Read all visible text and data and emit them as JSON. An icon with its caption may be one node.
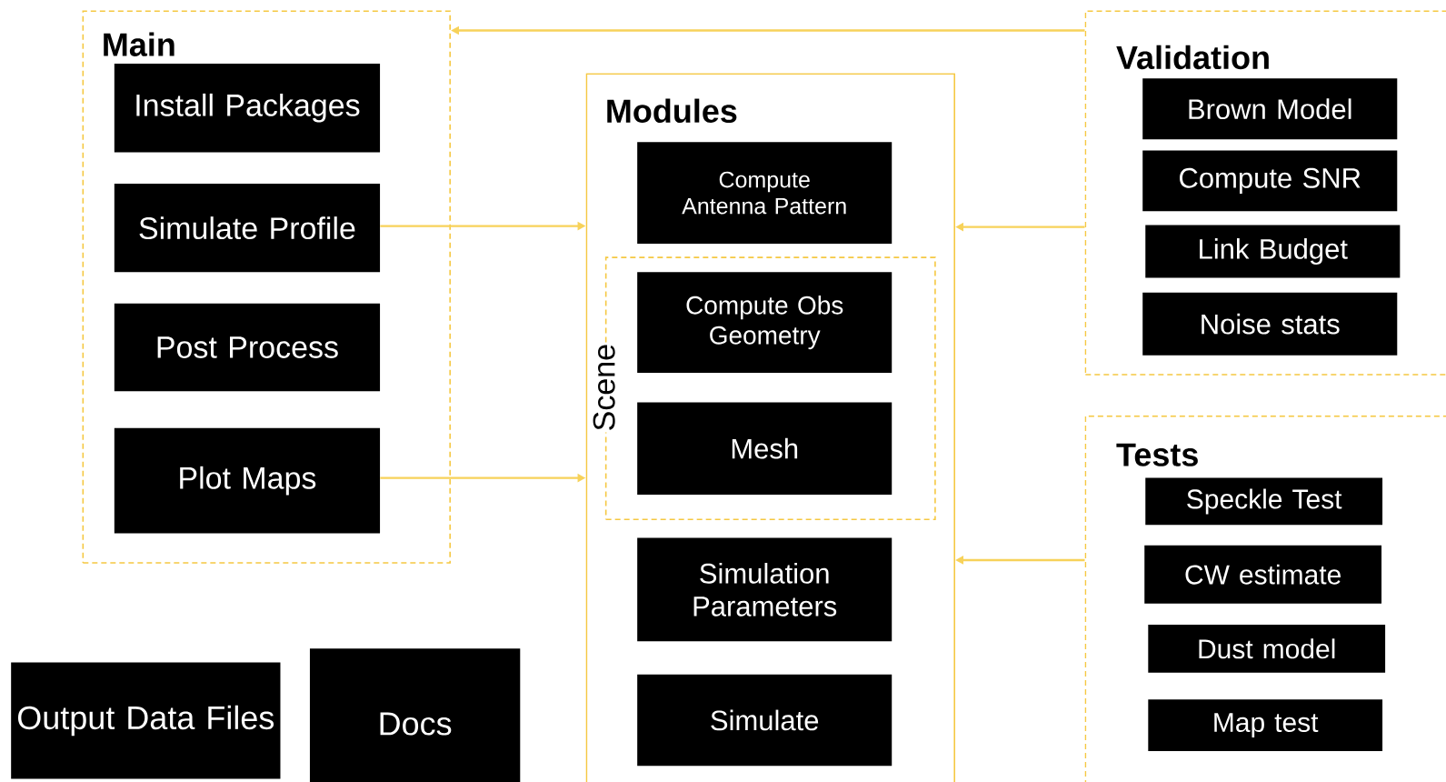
{
  "diagram": {
    "nodes": [
      {
        "text": [
          "Main"
        ]
      },
      {
        "text": [
          "Install Packages"
        ],
        "in": 0
      },
      {
        "text": [
          "Simulate Profile"
        ],
        "in": 0
      },
      {
        "text": [
          "Post Process"
        ],
        "in": 0
      },
      {
        "text": [
          "Plot Maps"
        ],
        "in": 0
      },
      {
        "text": [
          "Modules"
        ]
      },
      {
        "text": [
          "Compute Antenna Pattern"
        ],
        "in": 5
      },
      {
        "text": [
          "Scene"
        ],
        "in": 5
      },
      {
        "text": [
          "Compute Obs Geometry"
        ],
        "in": 7
      },
      {
        "text": [
          "Mesh"
        ],
        "in": 7
      },
      {
        "text": [
          "Simulation Parameters"
        ],
        "in": 5
      },
      {
        "text": [
          "Simulate"
        ],
        "in": 5
      },
      {
        "text": [
          "Validation"
        ]
      },
      {
        "text": [
          "Brown Model"
        ],
        "in": 12
      },
      {
        "text": [
          "Compute SNR"
        ],
        "in": 12
      },
      {
        "text": [
          "Link Budget"
        ],
        "in": 12
      },
      {
        "text": [
          "Noise stats"
        ],
        "in": 12
      },
      {
        "text": [
          "Tests"
        ]
      },
      {
        "text": [
          "Speckle Test"
        ],
        "in": 17
      },
      {
        "text": [
          "CW estimate"
        ],
        "in": 17
      },
      {
        "text": [
          "Dust model"
        ],
        "in": 17
      },
      {
        "text": [
          "Map test"
        ],
        "in": 17
      },
      {
        "text": [
          "Output Data Files"
        ]
      },
      {
        "text": [
          "Docs"
        ]
      }
    ],
    "edges": [
      {
        "from": 12,
        "to": 0,
        "arrow": "to"
      },
      {
        "from": 2,
        "to": 5,
        "arrow": "to"
      },
      {
        "from": 4,
        "to": 5,
        "arrow": "to"
      },
      {
        "from": 12,
        "to": 5,
        "arrow": "to"
      },
      {
        "from": 17,
        "to": 5,
        "arrow": "to"
      }
    ]
  }
}
